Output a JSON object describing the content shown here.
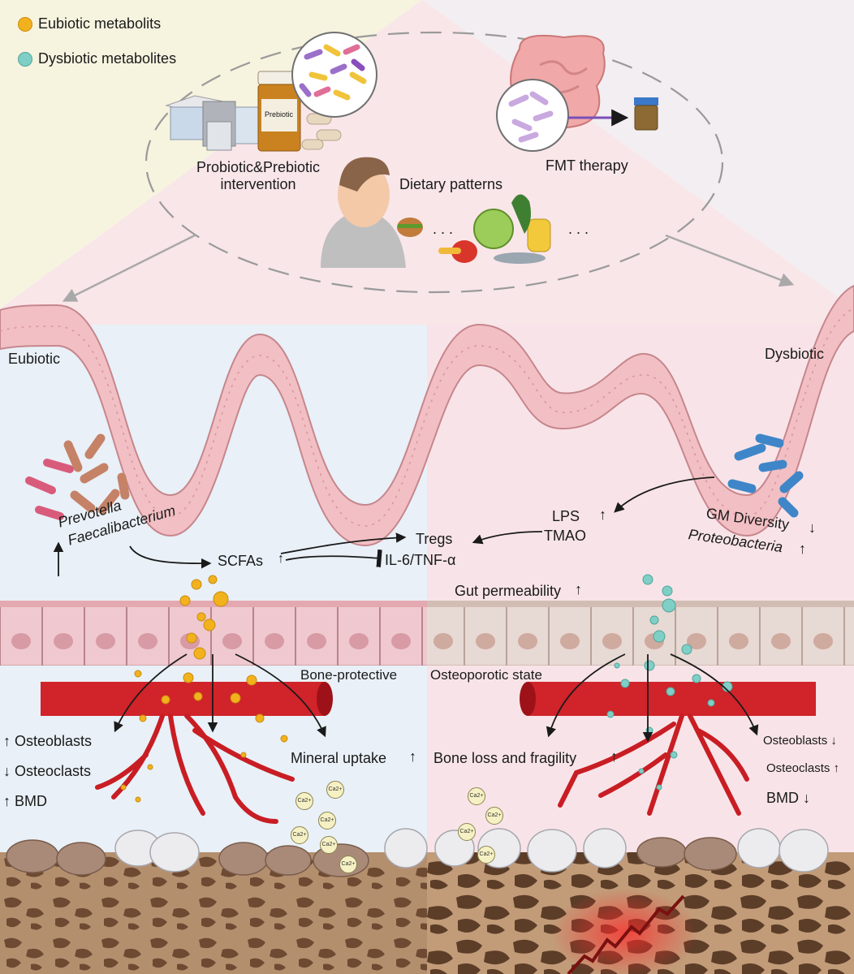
{
  "legend": [
    {
      "label": "Eubiotic metabolits",
      "color": "#f2b21e"
    },
    {
      "label": "Dysbiotic metabolites",
      "color": "#7fcfc6"
    }
  ],
  "interventions": {
    "probiotic": {
      "line1": "Probiotic&Prebiotic",
      "line2": "intervention",
      "bottle_label": "Prebiotic"
    },
    "fmt": "FMT therapy",
    "dietary": "Dietary patterns",
    "ellipsis": ". . ."
  },
  "states": {
    "eubiotic": "Eubiotic",
    "dysbiotic": "Dysbiotic"
  },
  "eubiotic": {
    "taxa": [
      "Prevotella",
      "Faecalibacterium"
    ],
    "up_arrow": "↑",
    "scfas": "SCFAs",
    "tregs": "Tregs",
    "cytokines": "IL-6/TNF-α",
    "bone_protective": "Bone-protective",
    "osteoblasts": "↑ Osteoblasts",
    "osteoclasts": "↓ Osteoclasts",
    "bmd": "↑ BMD",
    "mineral_uptake": "Mineral uptake",
    "calcium": "Ca2+"
  },
  "dysbiotic": {
    "lps": "LPS",
    "tmao": "TMAO",
    "gm_diversity": "GM Diversity",
    "proteobacteria": "Proteobacteria",
    "gut_permeability": "Gut permeability",
    "osteoporotic": "Osteoporotic state",
    "bone_loss": "Bone loss and fragility",
    "osteoblasts": "Osteoblasts ↓",
    "osteoclasts": "Osteoclasts ↑",
    "bmd": "BMD ↓",
    "up_arrow": "↑",
    "down_arrow": "↓"
  }
}
